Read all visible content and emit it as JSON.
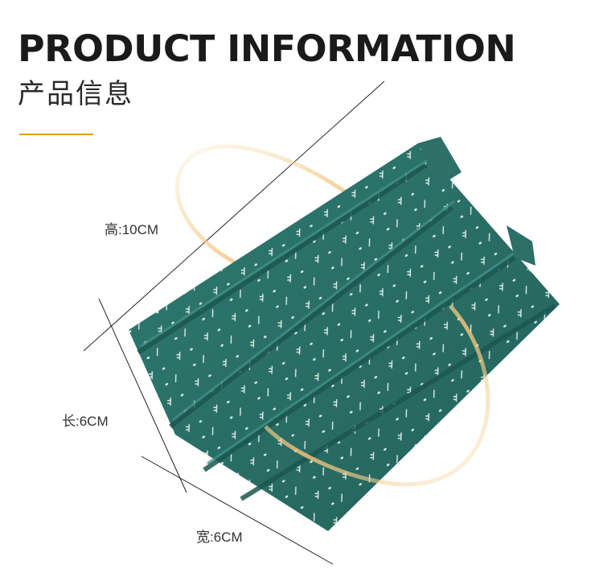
{
  "header": {
    "title": "PRODUCT INFORMATION",
    "subtitle": "产品信息"
  },
  "dimensions": {
    "height_label": "高:10CM",
    "length_label": "长:6CM",
    "width_label": "宽:6CM"
  },
  "colors": {
    "accent": "#e0a000",
    "product": "#2a6e66",
    "glow_ring": "#f3c77a"
  }
}
